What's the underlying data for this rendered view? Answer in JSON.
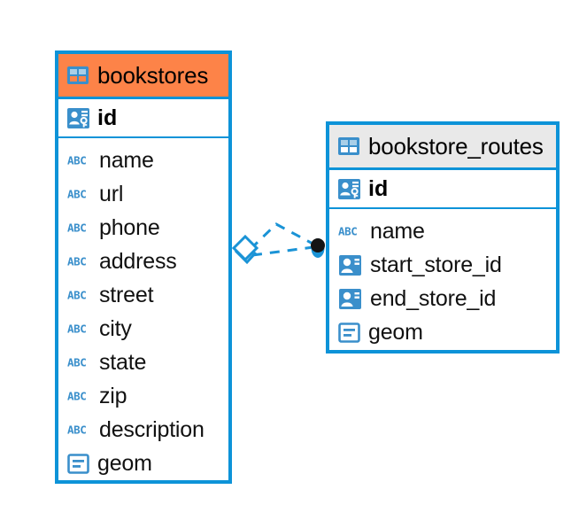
{
  "diagram": {
    "type": "entity-relationship-diagram",
    "background": "#ffffff",
    "colors": {
      "border_blue": "#0d93d8",
      "icon_blue": "#3a8fcb",
      "header_accent_orange": "#fd8348",
      "header_neutral_gray": "#e9e9e9",
      "connector_blue": "#1a93d6",
      "endpoint_dot": "#111111",
      "text": "#000000"
    },
    "entities": [
      {
        "name": "bookstores",
        "header_style": "accent",
        "table_icon": "table-grid-icon",
        "primary_key": {
          "label": "id",
          "icon": "primary-key-card-icon",
          "type": "primary-key"
        },
        "fields": [
          {
            "label": "name",
            "icon": "abc-text-type-icon",
            "type": "text"
          },
          {
            "label": "url",
            "icon": "abc-text-type-icon",
            "type": "text"
          },
          {
            "label": "phone",
            "icon": "abc-text-type-icon",
            "type": "text"
          },
          {
            "label": "address",
            "icon": "abc-text-type-icon",
            "type": "text"
          },
          {
            "label": "street",
            "icon": "abc-text-type-icon",
            "type": "text"
          },
          {
            "label": "city",
            "icon": "abc-text-type-icon",
            "type": "text"
          },
          {
            "label": "state",
            "icon": "abc-text-type-icon",
            "type": "text"
          },
          {
            "label": "zip",
            "icon": "abc-text-type-icon",
            "type": "text"
          },
          {
            "label": "description",
            "icon": "abc-text-type-icon",
            "type": "text"
          },
          {
            "label": "geom",
            "icon": "geometry-type-icon",
            "type": "geometry"
          }
        ]
      },
      {
        "name": "bookstore_routes",
        "header_style": "neutral",
        "table_icon": "table-grid-icon",
        "primary_key": {
          "label": "id",
          "icon": "primary-key-card-icon",
          "type": "primary-key"
        },
        "fields": [
          {
            "label": "name",
            "icon": "abc-text-type-icon",
            "type": "text"
          },
          {
            "label": "start_store_id",
            "icon": "foreign-key-card-icon",
            "type": "foreign-key"
          },
          {
            "label": "end_store_id",
            "icon": "foreign-key-card-icon",
            "type": "foreign-key"
          },
          {
            "label": "geom",
            "icon": "geometry-type-icon",
            "type": "geometry"
          }
        ]
      }
    ],
    "relationship": {
      "source_entity": "bookstores",
      "target_entity": "bookstore_routes",
      "source_marker": "diamond-outline-marker",
      "target_marker": "filled-dot-marker",
      "line_style": "dashed"
    }
  }
}
